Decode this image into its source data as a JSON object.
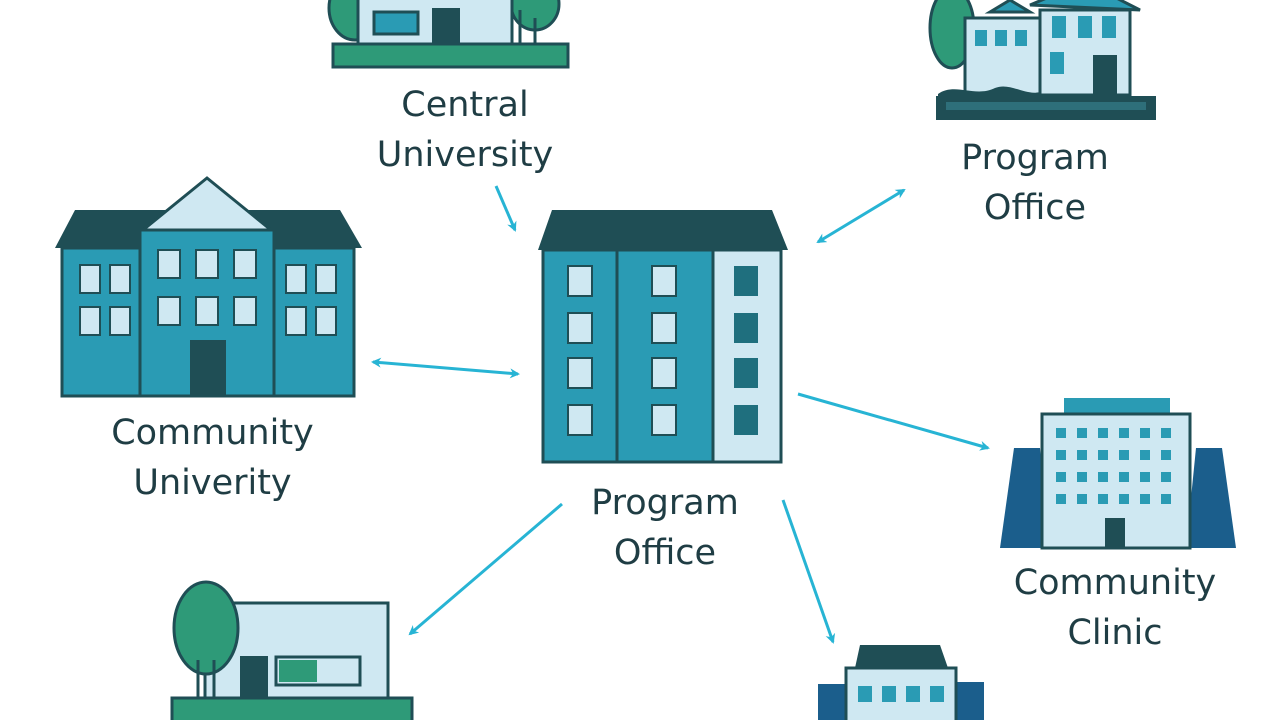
{
  "nodes": {
    "central_university": {
      "line1": "Central",
      "line2": "University"
    },
    "program_office_top": {
      "line1": "Program",
      "line2": "Office"
    },
    "community_university": {
      "line1": "Community",
      "line2": "Univerity"
    },
    "program_office_center": {
      "line1": "Program",
      "line2": "Office"
    },
    "community_clinic": {
      "line1": "Community",
      "line2": "Clinic"
    }
  },
  "colors": {
    "dark": "#1f4e55",
    "teal": "#2a9bb4",
    "light": "#cfe8f2",
    "mid": "#3fb0c8",
    "green": "#2e9a78",
    "arrow": "#27b4d4",
    "navy": "#1b5e8c"
  },
  "icons": {
    "central_university": "school-building-icon",
    "program_office_top": "office-house-icon",
    "community_university": "university-building-icon",
    "program_office_center": "office-tower-icon",
    "community_clinic": "clinic-building-icon",
    "bottom_left": "storefront-building-icon",
    "bottom_right": "small-building-icon"
  }
}
